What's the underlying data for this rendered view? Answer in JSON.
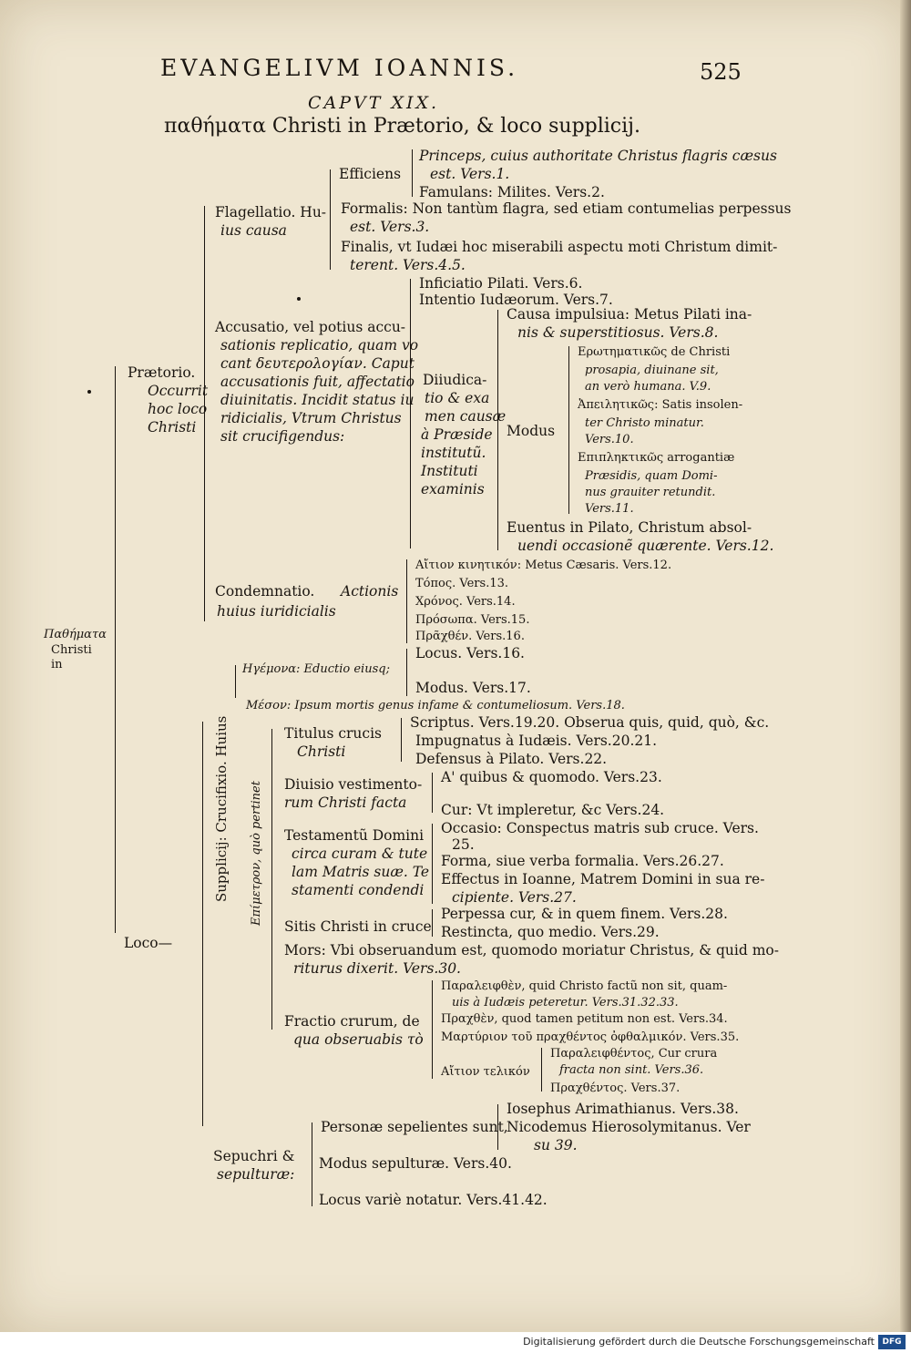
{
  "header": {
    "running_title": "EVANGELIVM IOANNIS.",
    "page_number": "525",
    "chapter": "CAPVT XIX.",
    "title": "παθήματα Christi in Prætorio, & loco supplicij."
  },
  "root": {
    "l1": "Παθήματα",
    "l2": "Christi in"
  },
  "praetorio": {
    "label": "Prætorio.",
    "desc": [
      "Occurrit",
      "hoc loco",
      "Christi"
    ],
    "flagellatio": {
      "l1": "Flagellatio. Hu-",
      "l2": "ius causa",
      "efficiens": "Efficiens",
      "princeps_1": "Princeps, cuius authoritate Christus flagris cæsus",
      "princeps_2": "est. Vers.1.",
      "famulans": "Famulans: Milites. Vers.2.",
      "formalis_1": "Formalis: Non tantùm flagra, sed etiam contumelias perpessus",
      "formalis_2": "est. Vers.3.",
      "finalis_1": "Finalis, vt Iudæi hoc miserabili aspectu moti Christum dimit-",
      "finalis_2": "terent. Vers.4.5."
    },
    "accusatio": {
      "lines": [
        "Accusatio, vel potius accu-",
        "sationis replicatio, quam vo",
        "cant δευτερολογίαν. Caput",
        "accusationis fuit, affectatio",
        "diuinitatis. Incidit status iu",
        "ridicialis, Vtrum Christus",
        "sit crucifigendus:"
      ],
      "inficiatio": "Inficiatio Pilati. Vers.6.",
      "intentio": "Intentio Iudæorum. Vers.7.",
      "diiudicatio": [
        "Diiudica-",
        "tio & exa",
        "men causæ",
        "à Præside",
        "institutũ.",
        "Instituti",
        "examinis"
      ],
      "causa_1": "Causa impulsiua: Metus Pilati ina-",
      "causa_2": "nis & superstitiosus. Vers.8.",
      "modus": "Modus",
      "erot": [
        "Ερωτηματικῶς de Christi",
        "prosapia, diuinane sit,",
        "an verò humana. V.9."
      ],
      "apeil": [
        "Ἀπειλητικῶς: Satis insolen-",
        "ter Christo minatur.",
        "Vers.10."
      ],
      "epipl": [
        "Επιπληκτικῶς arrogantiæ",
        "Præsidis, quam Domi-",
        "nus grauiter retundit.",
        "Vers.11."
      ],
      "euentus_1": "Euentus in Pilato, Christum absol-",
      "euentus_2": "uendi occasionẽ quærente. Vers.12."
    },
    "condemnatio": {
      "l1": "Condemnatio.",
      "actionis": "Actionis",
      "l2": "huius iuridicialis",
      "items": [
        "Αἴτιον κινητικόν: Metus Cæsaris. Vers.12.",
        "Τόπος. Vers.13.",
        "Χρόνος. Vers.14.",
        "Πρόσωπα. Vers.15.",
        "Πρᾶχθέν. Vers.16."
      ]
    }
  },
  "loco": {
    "label": "Loco—",
    "supplicij": "Supplicij: Crucifixio. Huius",
    "epi": "Επίμετρον, quò pertinet",
    "hgemon": "Ηγέμονα: Eductio eiusq;",
    "locus": "Locus. Vers.16.",
    "modus": "Modus. Vers.17.",
    "meson": "Μέσον: Ipsum mortis genus infame & contumeliosum. Vers.18.",
    "titulus": [
      "Titulus crucis",
      "Christi"
    ],
    "scriptus": "Scriptus. Vers.19.20. Obserua quis, quid, quò, &c.",
    "impugnatus": "Impugnatus à Iudæis. Vers.20.21.",
    "defensus": "Defensus à Pilato. Vers.22.",
    "diuisio": [
      "Diuisio vestimento-",
      "rum Christi facta"
    ],
    "aquibus": "A' quibus & quomodo. Vers.23.",
    "cur": "Cur: Vt impleretur, &c Vers.24.",
    "testamentum": [
      "Testamentũ Domini",
      "circa curam & tute",
      "lam Matris suæ. Te",
      "stamenti condendi"
    ],
    "occasio_1": "Occasio: Conspectus matris sub cruce. Vers.",
    "occasio_2": "25.",
    "forma": "Forma, siue verba formalia. Vers.26.27.",
    "effectus_1": "Effectus in Ioanne, Matrem Domini in sua re-",
    "effectus_2": "cipiente. Vers.27.",
    "sitis": "Sitis Christi in cruce",
    "perpessa": "Perpessa cur, & in quem finem. Vers.28.",
    "restincta": "Restincta, quo medio. Vers.29.",
    "mors_1": "Mors: Vbi obseruandum est, quomodo moriatur Christus, & quid mo-",
    "mors_2": "riturus dixerit. Vers.30.",
    "fractio": [
      "Fractio crurum, de",
      "qua obseruabis τὸ"
    ],
    "parale_1": "Παραλειφθὲν, quid Christo factũ non sit, quam-",
    "parale_2": "uis à Iudæis peteretur. Vers.31.32.33.",
    "prach": "Πραχθὲν, quod tamen petitum non est. Vers.34.",
    "martyr": "Μαρτύριον τοῦ πραχθέντος ὀφθαλμικόν. Vers.35.",
    "aition": "Αἴτιον τελικόν",
    "par2_1": "Παραλειφθέντος, Cur crura",
    "par2_2": "fracta non sint. Vers.36.",
    "prach2": "Πραχθέντος. Vers.37.",
    "sepuchri": [
      "Sepuchri &",
      "sepulturæ:"
    ],
    "personae": "Personæ sepelientes sunt,",
    "iosephus": "Iosephus Arimathianus. Vers.38.",
    "nicodemus_1": "Nicodemus Hierosolymitanus. Ver",
    "nicodemus_2": "su 39.",
    "modus_sep": "Modus sepulturæ. Vers.40.",
    "locus_sep": "Locus variè notatur. Vers.41.42."
  },
  "footer": {
    "text": "Digitalisierung gefördert durch die Deutsche Forschungsgemeinschaft",
    "logo": "DFG"
  }
}
